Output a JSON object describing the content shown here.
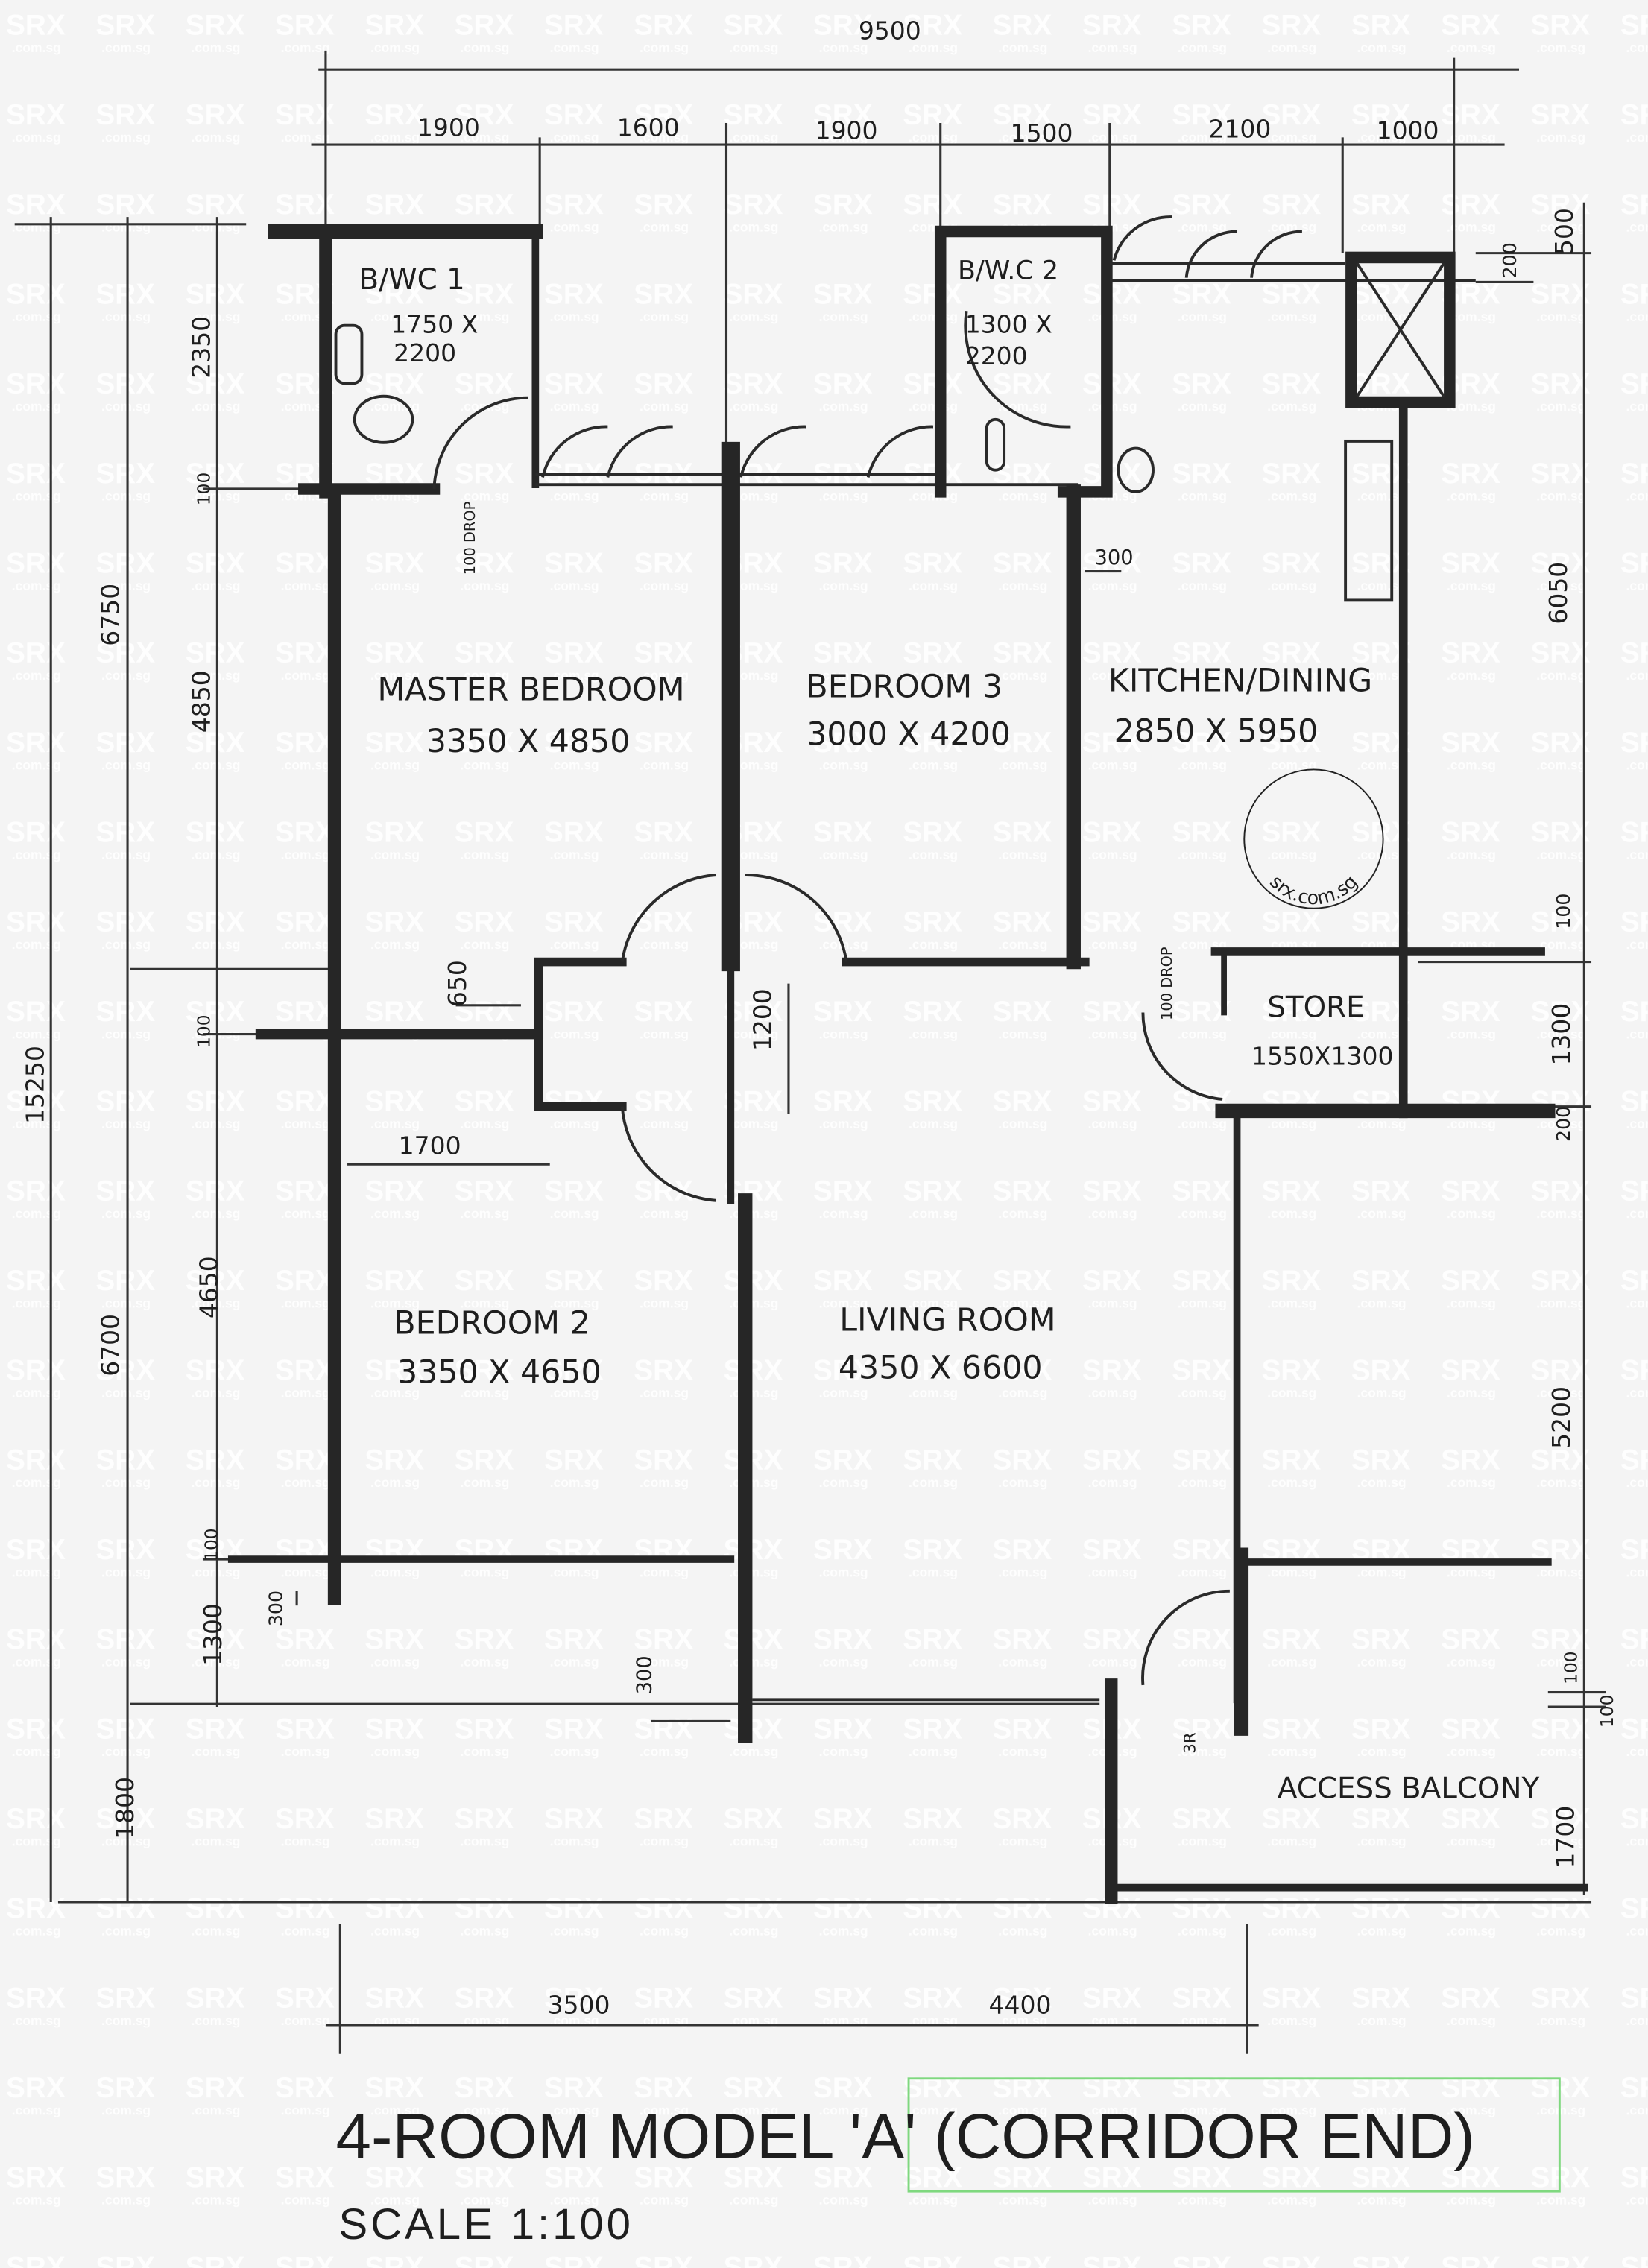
{
  "plan": {
    "title": "4-ROOM MODEL 'A' (CORRIDOR END)",
    "scale": "SCALE 1:100",
    "watermark": "SRX .com.sg",
    "stamp": "srx.com.sg",
    "rooms": [
      {
        "name": "B/WC 1",
        "size_line1": "1750 X",
        "size_line2": "2200"
      },
      {
        "name": "B/W.C 2",
        "size_line1": "1300 X",
        "size_line2": "2200"
      },
      {
        "name": "MASTER BEDROOM",
        "size": "3350 X 4850"
      },
      {
        "name": "BEDROOM 3",
        "size": "3000 X 4200"
      },
      {
        "name": "KITCHEN/DINING",
        "size": "2850 X 5950"
      },
      {
        "name": "STORE",
        "size": "1550X1300"
      },
      {
        "name": "BEDROOM 2",
        "size": "3350 X 4650"
      },
      {
        "name": "LIVING ROOM",
        "size": "4350 X 6600"
      },
      {
        "name": "ACCESS BALCONY"
      }
    ],
    "dimensions": {
      "top_overall": "9500",
      "top": [
        "1900",
        "1600",
        "1900",
        "1500",
        "2100",
        "1000"
      ],
      "right": [
        "500",
        "200",
        "6050",
        "100",
        "1300",
        "200",
        "5200",
        "100",
        "100",
        "1700"
      ],
      "left_outer": "15250",
      "left_mid": [
        "6750",
        "6700",
        "1800"
      ],
      "left_inner": [
        "2350",
        "100",
        "4850",
        "100",
        "4650",
        "100",
        "1300",
        "300"
      ],
      "inner": [
        "650",
        "1200",
        "1700",
        "300",
        "300"
      ],
      "bottom": [
        "3500",
        "4400"
      ],
      "drop_label": "100 DROP",
      "stair_label": "3R"
    }
  }
}
